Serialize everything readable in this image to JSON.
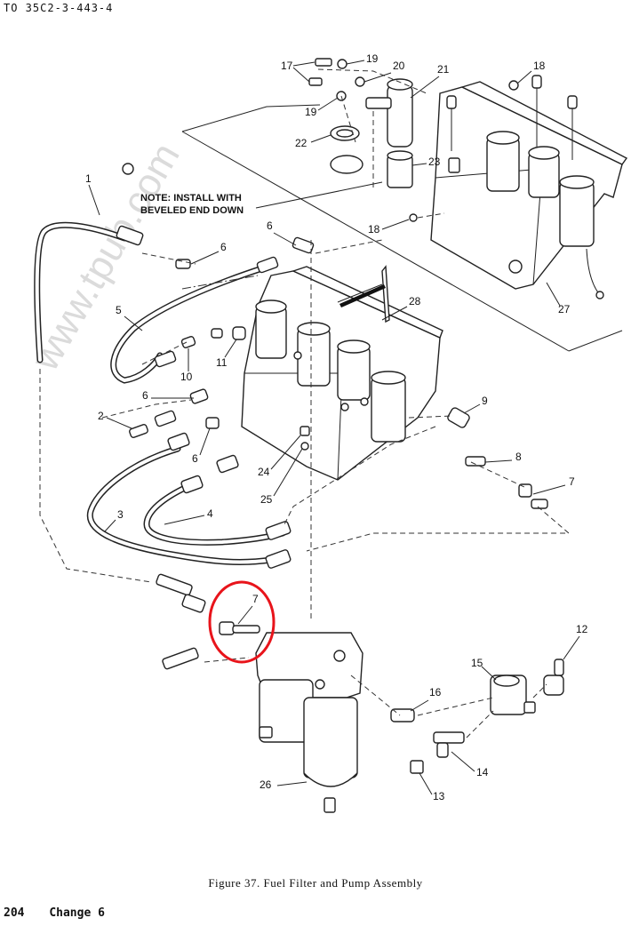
{
  "header": {
    "doc_number": "TO 35C2-3-443-4"
  },
  "note": {
    "line1": "NOTE: INSTALL WITH",
    "line2": "BEVELED END DOWN"
  },
  "watermark": "www.tpub.com",
  "callouts": [
    "1",
    "2",
    "3",
    "4",
    "5",
    "6",
    "6",
    "6",
    "6",
    "7",
    "7",
    "8",
    "9",
    "10",
    "11",
    "12",
    "13",
    "14",
    "15",
    "16",
    "17",
    "18",
    "18",
    "19",
    "19",
    "20",
    "21",
    "22",
    "23",
    "24",
    "25",
    "26",
    "27",
    "28"
  ],
  "caption": "Figure 37.   Fuel Filter and Pump Assembly",
  "footer": {
    "page": "204",
    "change": "Change 6"
  },
  "highlight": {
    "color": "#e8141b",
    "target_callout": "7"
  }
}
